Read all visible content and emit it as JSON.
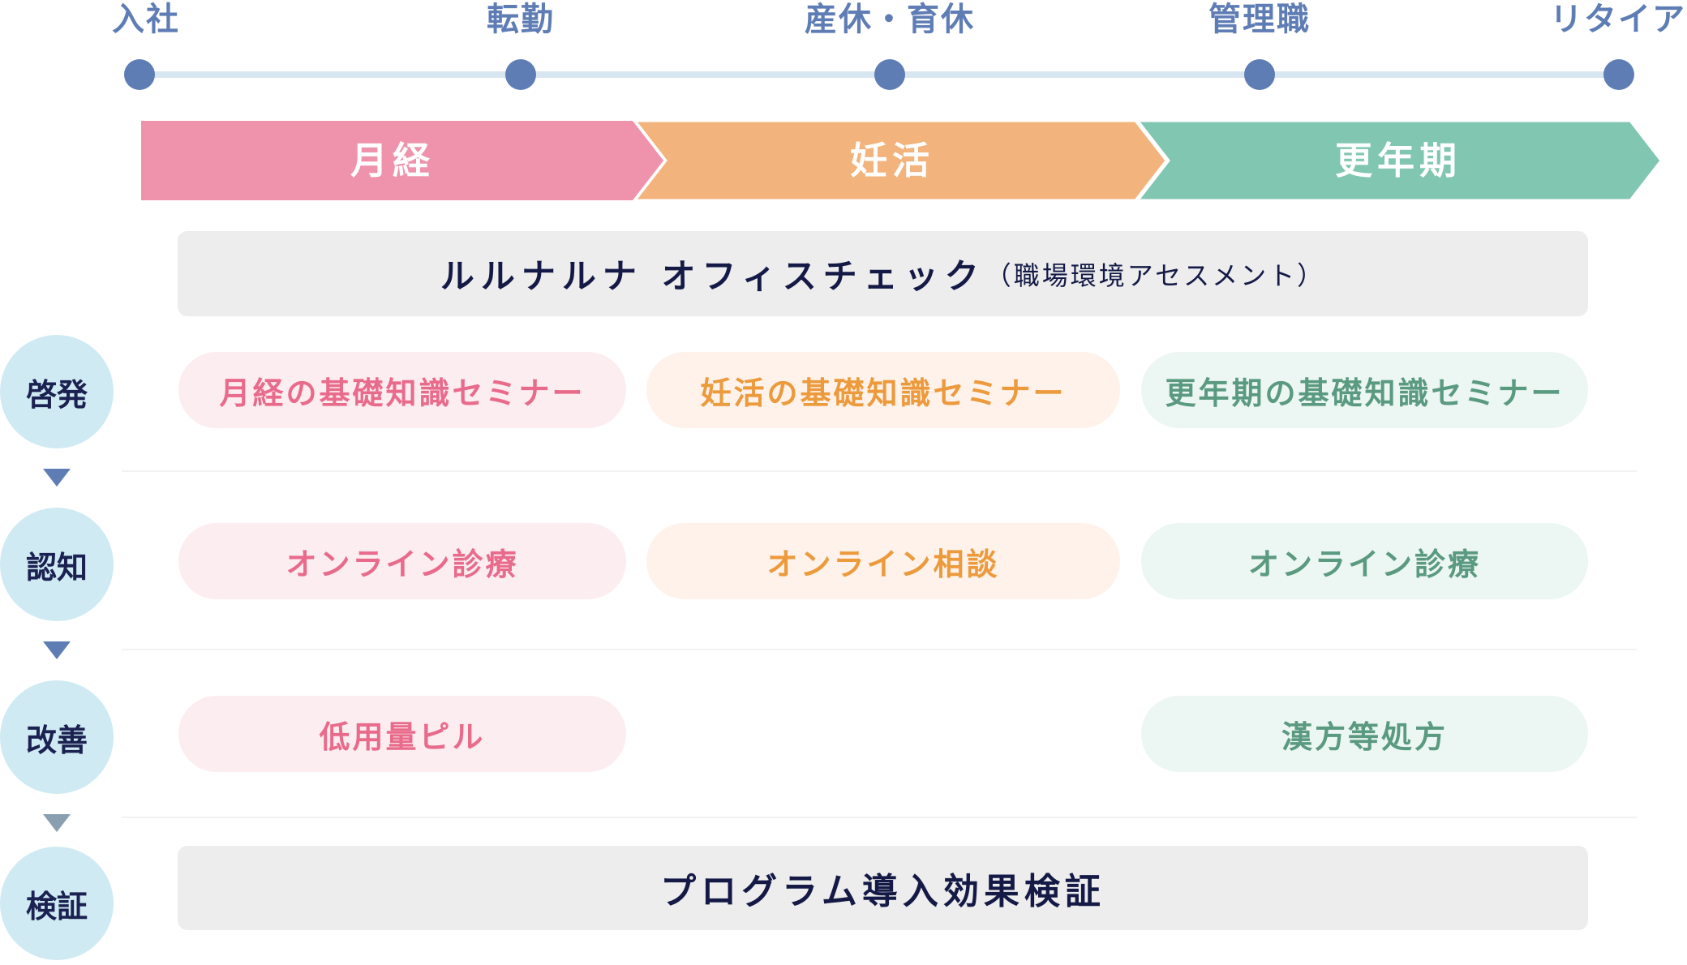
{
  "timeline": {
    "milestones": [
      "入社",
      "転勤",
      "産休・育休",
      "管理職",
      "リタイア"
    ]
  },
  "phases": [
    {
      "label": "月経",
      "color": "#ee93ab"
    },
    {
      "label": "妊活",
      "color": "#f3b37c"
    },
    {
      "label": "更年期",
      "color": "#80c6b0"
    }
  ],
  "office_check": {
    "title": "ルルナルナ オフィスチェック",
    "subtitle": "（職場環境アセスメント）"
  },
  "steps": [
    {
      "label": "啓発",
      "items": [
        "月経の基礎知識セミナー",
        "妊活の基礎知識セミナー",
        "更年期の基礎知識セミナー"
      ]
    },
    {
      "label": "認知",
      "items": [
        "オンライン診療",
        "オンライン相談",
        "オンライン診療"
      ]
    },
    {
      "label": "改善",
      "items": [
        "低用量ピル",
        "",
        "漢方等処方"
      ]
    },
    {
      "label": "検証",
      "items": [
        "プログラム導入効果検証"
      ]
    }
  ]
}
